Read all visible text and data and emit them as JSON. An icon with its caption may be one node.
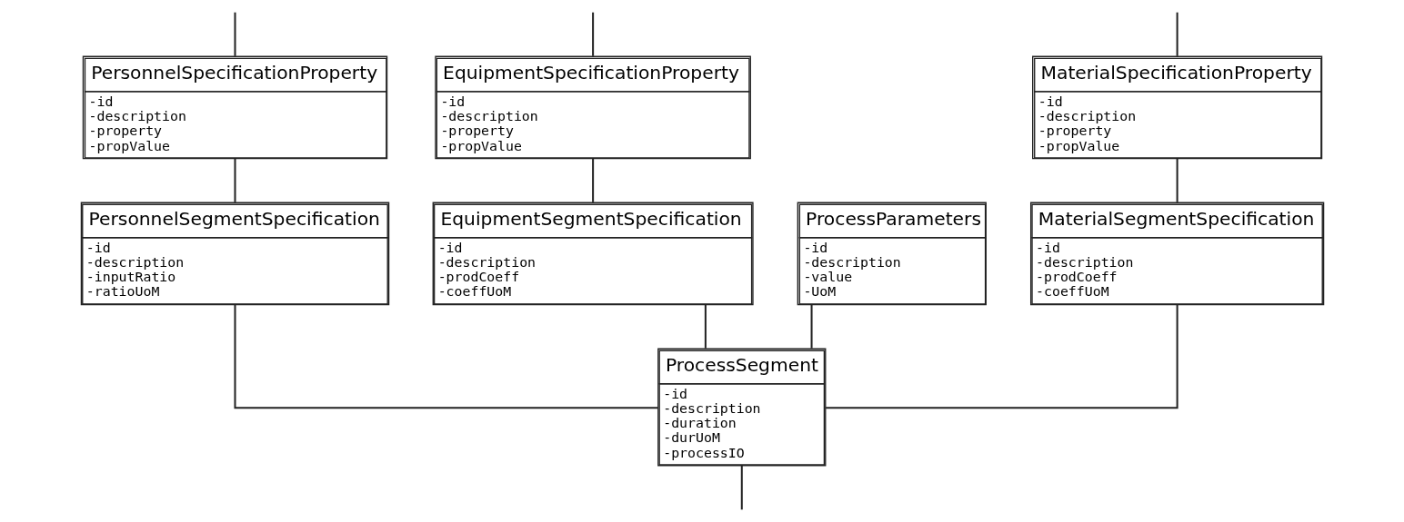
{
  "diagram": {
    "nodes": [
      {
        "text": [
          "MaterialSpecificationProperty",
          "-id",
          "-description",
          "-property",
          "-propValue"
        ]
      },
      {
        "text": [
          "PersonnelSpecificationProperty",
          "-id",
          "-description",
          "-property",
          "-propValue"
        ]
      },
      {
        "text": [
          "EquipmentSpecificationProperty",
          "-id",
          "-description",
          "-property",
          "-propValue"
        ]
      },
      {
        "text": [
          "MaterialSegmentSpecification",
          "-id",
          "-description",
          "-prodCoeff",
          "-coeffUoM"
        ]
      },
      {
        "text": [
          "PersonnelSegmentSpecification",
          "-id",
          "-description",
          "-inputRatio",
          "-ratioUoM"
        ]
      },
      {
        "text": [
          "EquipmentSegmentSpecification",
          "-id",
          "-description",
          "-prodCoeff",
          "-coeffUoM"
        ]
      },
      {
        "text": [
          "ProcessParameters",
          "-id",
          "-description",
          "-value",
          "-UoM"
        ]
      },
      {
        "text": [
          "ProcessSegment",
          "-id",
          "-description",
          "-duration",
          "-durUoM",
          "-processIO"
        ]
      }
    ],
    "edges": [
      {
        "from": null,
        "to": 0,
        "arrow": "none"
      },
      {
        "from": null,
        "to": 1,
        "arrow": "none"
      },
      {
        "from": null,
        "to": 2,
        "arrow": "none"
      },
      {
        "from": 0,
        "to": 3,
        "arrow": "none"
      },
      {
        "from": 1,
        "to": 4,
        "arrow": "none"
      },
      {
        "from": 2,
        "to": 5,
        "arrow": "none"
      },
      {
        "from": 3,
        "to": 7,
        "arrow": "none"
      },
      {
        "from": 4,
        "to": 7,
        "arrow": "none"
      },
      {
        "from": 5,
        "to": 7,
        "arrow": "none"
      },
      {
        "from": 6,
        "to": 7,
        "arrow": "none"
      },
      {
        "from": 7,
        "to": null,
        "arrow": "none"
      }
    ]
  }
}
